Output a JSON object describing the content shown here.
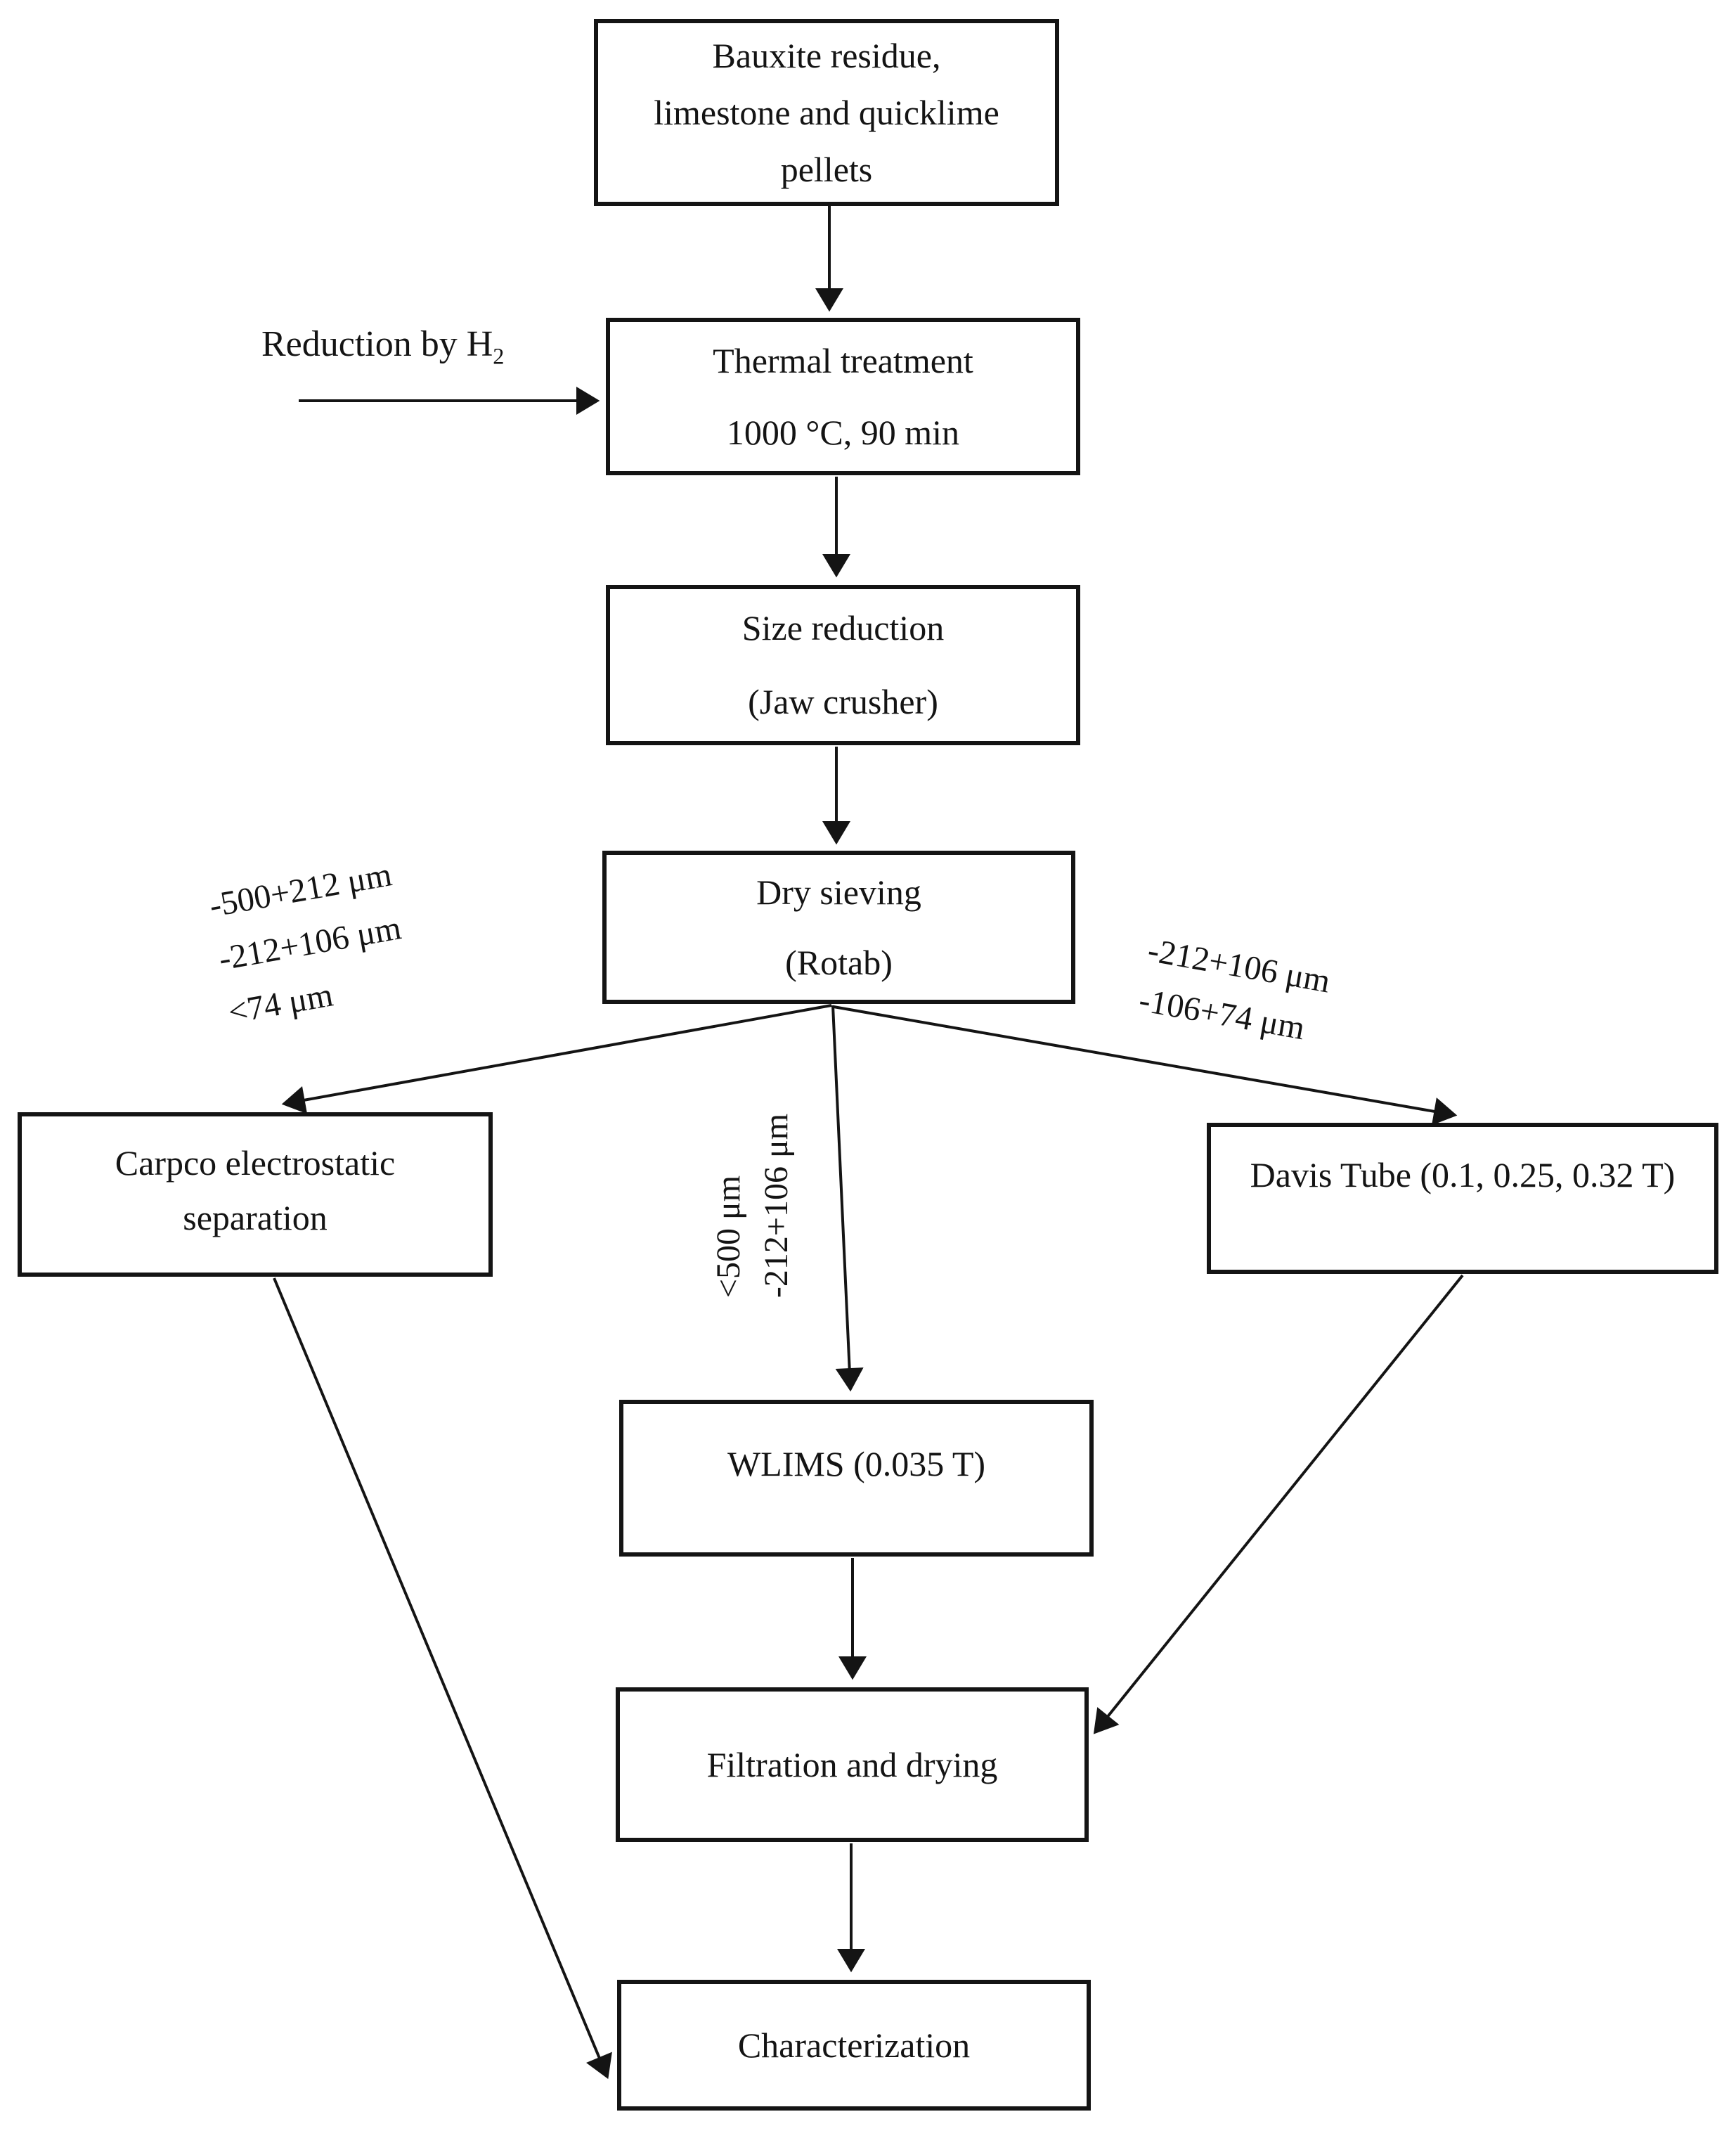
{
  "diagram": {
    "title_hint": "Bauxite residue beneficiation process flowchart",
    "colors": {
      "ink": "#141414",
      "background": "#ffffff"
    },
    "nodes": {
      "bauxite": {
        "lines": [
          "Bauxite residue,",
          "limestone and quicklime",
          "pellets"
        ]
      },
      "thermal": {
        "lines": [
          "Thermal treatment",
          "1000 °C, 90 min"
        ]
      },
      "size_reduction": {
        "lines": [
          "Size reduction",
          "(Jaw crusher)"
        ]
      },
      "dry_sieving": {
        "lines": [
          "Dry sieving",
          "(Rotab)"
        ]
      },
      "carpco": {
        "lines": [
          "Carpco electrostatic",
          "separation"
        ]
      },
      "davis_tube": {
        "label": "Davis Tube (0.1, 0.25, 0.32 T)"
      },
      "wlims": {
        "label": "WLIMS (0.035 T)"
      },
      "filtration": {
        "label": "Filtration and drying"
      },
      "characterization": {
        "label": "Characterization"
      }
    },
    "annotations": {
      "reduction": {
        "text": "Reduction by H",
        "subscript": "2"
      },
      "left_fractions": [
        "-500+212 μm",
        "-212+106 μm",
        "<74 μm"
      ],
      "right_fractions": [
        "-212+106 μm",
        "-106+74 μm"
      ],
      "center_fractions": [
        "<500 μm",
        "-212+106 μm"
      ]
    }
  }
}
